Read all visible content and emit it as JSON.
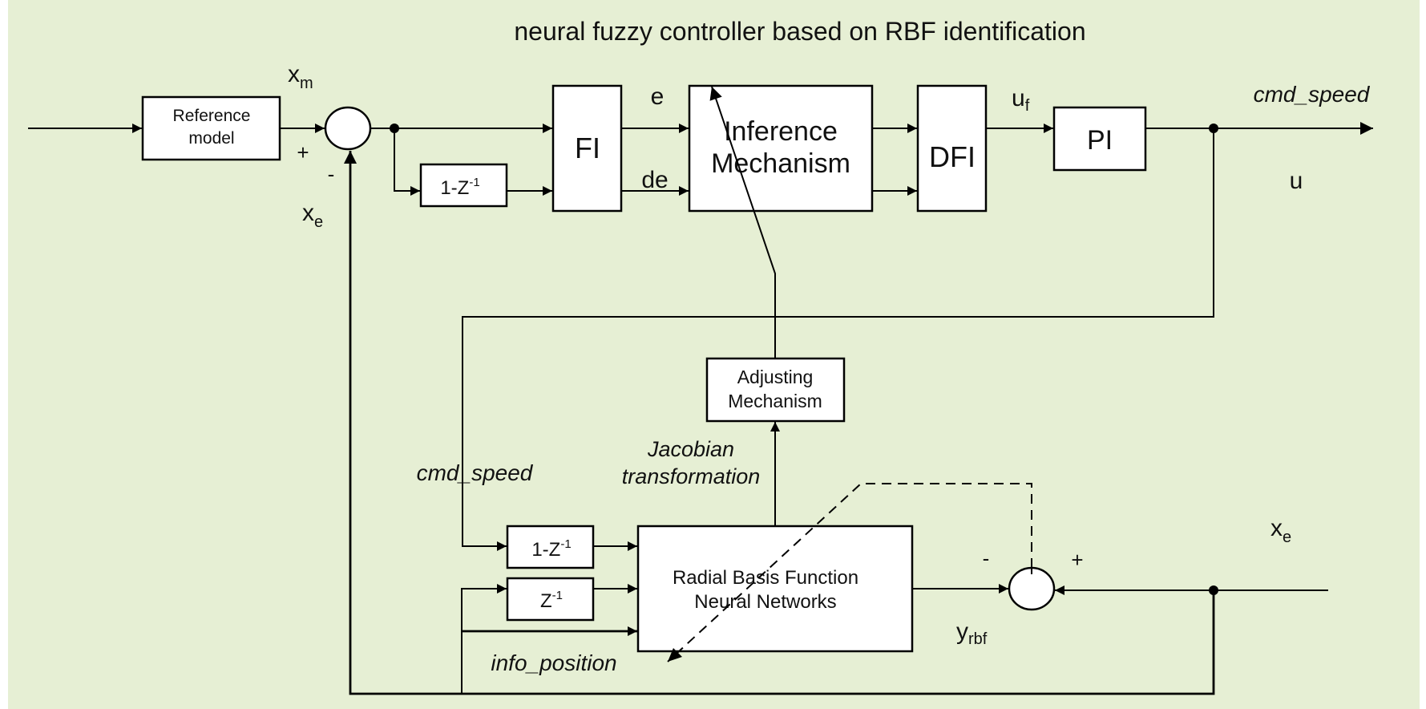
{
  "colors": {
    "background": "#e6efd4",
    "line": "#000000",
    "block_fill": "#ffffff",
    "text": "#111111"
  },
  "title": "neural fuzzy controller based on RBF identification",
  "blocks": {
    "reference_model": [
      "Reference",
      "model"
    ],
    "delay_diff_top": {
      "base": "1-Z",
      "sup": "-1"
    },
    "fuzzification": "FI",
    "inference": [
      "Inference",
      "Mechanism"
    ],
    "defuzzification": "DFI",
    "pi": "PI",
    "adjusting": [
      "Adjusting",
      "Mechanism"
    ],
    "delay_diff_bottom": {
      "base": "1-Z",
      "sup": "-1"
    },
    "delay_bottom": {
      "base": "Z",
      "sup": "-1"
    },
    "rbf": [
      "Radial Basis Function",
      "Neural Networks"
    ]
  },
  "signals": {
    "xm": {
      "base": "x",
      "sub": "m"
    },
    "xe_top": {
      "base": "x",
      "sub": "e"
    },
    "xe_bottom": {
      "base": "x",
      "sub": "e"
    },
    "e": "e",
    "de": "de",
    "uf": {
      "base": "u",
      "sub": "f"
    },
    "cmd_speed_top": "cmd_speed",
    "u": "u",
    "cmd_speed_bottom": "cmd_speed",
    "jacobian": [
      "Jacobian",
      "transformation"
    ],
    "info_position": "info_position",
    "yrbf": {
      "base": "y",
      "sub": "rbf"
    }
  },
  "sums": {
    "top": {
      "plus": "+",
      "minus": "-"
    },
    "bottom": {
      "plus": "+",
      "minus": "-"
    }
  }
}
